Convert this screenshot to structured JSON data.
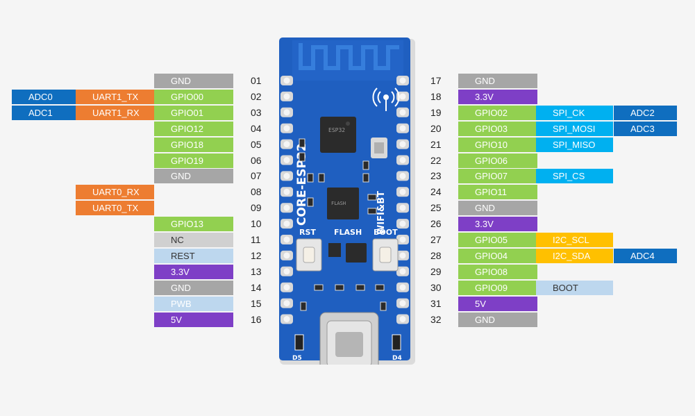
{
  "colors": {
    "gnd": "#a6a6a6",
    "gpio": "#92d050",
    "power": "#7e3fc6",
    "uart": "#ed7d31",
    "adc": "#0f6ebf",
    "spi": "#00b0f0",
    "i2c": "#ffc000",
    "light": "#bdd7ee",
    "nc": "#d0d0d0"
  },
  "left_pins": [
    {
      "num": "01",
      "name": "GND",
      "color": "gnd"
    },
    {
      "num": "02",
      "name": "GPIO00",
      "color": "gpio",
      "alts": [
        {
          "text": "UART1_TX",
          "color": "uart"
        },
        {
          "text": "ADC0",
          "color": "adc"
        }
      ]
    },
    {
      "num": "03",
      "name": "GPIO01",
      "color": "gpio",
      "alts": [
        {
          "text": "UART1_RX",
          "color": "uart"
        },
        {
          "text": "ADC1",
          "color": "adc"
        }
      ]
    },
    {
      "num": "04",
      "name": "GPIO12",
      "color": "gpio"
    },
    {
      "num": "05",
      "name": "GPIO18",
      "color": "gpio"
    },
    {
      "num": "06",
      "name": "GPIO19",
      "color": "gpio"
    },
    {
      "num": "07",
      "name": "GND",
      "color": "gnd"
    },
    {
      "num": "08",
      "name": "",
      "color": "",
      "alts": [
        {
          "text": "UART0_RX",
          "color": "uart"
        }
      ]
    },
    {
      "num": "09",
      "name": "",
      "color": "",
      "alts": [
        {
          "text": "UART0_TX",
          "color": "uart"
        }
      ]
    },
    {
      "num": "10",
      "name": "GPIO13",
      "color": "gpio"
    },
    {
      "num": "11",
      "name": "NC",
      "color": "nc",
      "dark": true
    },
    {
      "num": "12",
      "name": "REST",
      "color": "light",
      "dark": true
    },
    {
      "num": "13",
      "name": "3.3V",
      "color": "power"
    },
    {
      "num": "14",
      "name": "GND",
      "color": "gnd"
    },
    {
      "num": "15",
      "name": "PWB",
      "color": "light"
    },
    {
      "num": "16",
      "name": "5V",
      "color": "power"
    }
  ],
  "right_pins": [
    {
      "num": "17",
      "name": "GND",
      "color": "gnd"
    },
    {
      "num": "18",
      "name": "3.3V",
      "color": "power"
    },
    {
      "num": "19",
      "name": "GPIO02",
      "color": "gpio",
      "alts": [
        {
          "text": "SPI_CK",
          "color": "spi"
        },
        {
          "text": "ADC2",
          "color": "adc"
        }
      ]
    },
    {
      "num": "20",
      "name": "GPIO03",
      "color": "gpio",
      "alts": [
        {
          "text": "SPI_MOSI",
          "color": "spi"
        },
        {
          "text": "ADC3",
          "color": "adc"
        }
      ]
    },
    {
      "num": "21",
      "name": "GPIO10",
      "color": "gpio",
      "alts": [
        {
          "text": "SPI_MISO",
          "color": "spi"
        }
      ]
    },
    {
      "num": "22",
      "name": "GPIO06",
      "color": "gpio"
    },
    {
      "num": "23",
      "name": "GPIO07",
      "color": "gpio",
      "alts": [
        {
          "text": "SPI_CS",
          "color": "spi"
        }
      ]
    },
    {
      "num": "24",
      "name": "GPIO11",
      "color": "gpio"
    },
    {
      "num": "25",
      "name": "GND",
      "color": "gnd"
    },
    {
      "num": "26",
      "name": "3.3V",
      "color": "power"
    },
    {
      "num": "27",
      "name": "GPIO05",
      "color": "gpio",
      "alts": [
        {
          "text": "I2C_SCL",
          "color": "i2c"
        }
      ]
    },
    {
      "num": "28",
      "name": "GPIO04",
      "color": "gpio",
      "alts": [
        {
          "text": "I2C_SDA",
          "color": "i2c"
        },
        {
          "text": "ADC4",
          "color": "adc"
        }
      ]
    },
    {
      "num": "29",
      "name": "GPIO08",
      "color": "gpio"
    },
    {
      "num": "30",
      "name": "GPIO09",
      "color": "gpio",
      "alts": [
        {
          "text": "BOOT",
          "color": "light",
          "dark": true
        }
      ]
    },
    {
      "num": "31",
      "name": "5V",
      "color": "power"
    },
    {
      "num": "32",
      "name": "GND",
      "color": "gnd"
    }
  ],
  "board": {
    "silk_main": "CORE-ESP32",
    "silk_wifi": "WIFI&BT",
    "btn_rst": "RST",
    "btn_flash": "FLASH",
    "btn_boot": "BOOT",
    "led_left": "D5",
    "led_right": "D4"
  }
}
